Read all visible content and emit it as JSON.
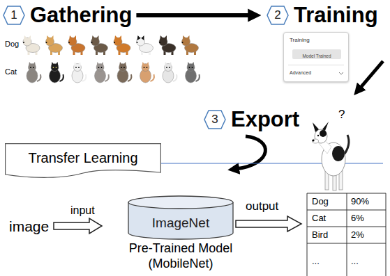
{
  "diagram": {
    "nodes": [
      {
        "text": [
          "1",
          "Gathering"
        ]
      },
      {
        "text": [
          "2",
          "Training"
        ]
      },
      {
        "text": [
          "Training",
          "Advanced"
        ]
      },
      {
        "text": [
          "Model Trained"
        ],
        "in": 2
      },
      {
        "text": [
          "3",
          "Export"
        ]
      },
      {
        "text": [
          "Transfer Learning"
        ]
      },
      {
        "text": [
          "ImageNet"
        ]
      }
    ],
    "edges": [
      {
        "from": 0,
        "to": 1,
        "arrow": "to"
      }
    ],
    "labels": [
      "Dog",
      "Cat",
      "?",
      "image",
      "input",
      "output",
      "Pre-Trained Model (MobileNet)",
      "Dog",
      "90%",
      "Cat",
      "6%",
      "Bird",
      "2%",
      "...",
      "..."
    ]
  }
}
